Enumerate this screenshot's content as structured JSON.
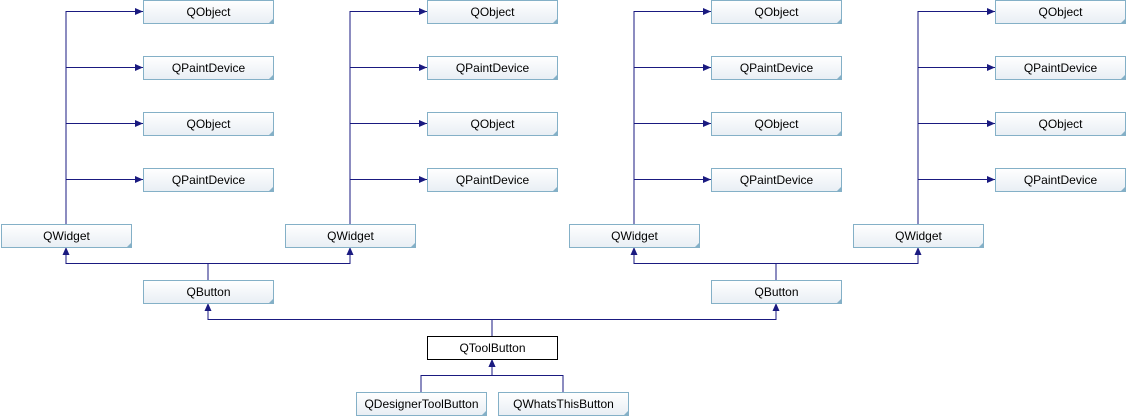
{
  "diagram": {
    "type": "class-inheritance-graph",
    "nodes": [
      {
        "id": "n1",
        "label": "QObject",
        "linked": true
      },
      {
        "id": "n2",
        "label": "QPaintDevice",
        "linked": true
      },
      {
        "id": "n3",
        "label": "QObject",
        "linked": true
      },
      {
        "id": "n4",
        "label": "QPaintDevice",
        "linked": true
      },
      {
        "id": "n5",
        "label": "QObject",
        "linked": true
      },
      {
        "id": "n6",
        "label": "QPaintDevice",
        "linked": true
      },
      {
        "id": "n7",
        "label": "QObject",
        "linked": true
      },
      {
        "id": "n8",
        "label": "QPaintDevice",
        "linked": true
      },
      {
        "id": "n9",
        "label": "QObject",
        "linked": true
      },
      {
        "id": "n10",
        "label": "QPaintDevice",
        "linked": true
      },
      {
        "id": "n11",
        "label": "QObject",
        "linked": true
      },
      {
        "id": "n12",
        "label": "QPaintDevice",
        "linked": true
      },
      {
        "id": "n13",
        "label": "QObject",
        "linked": true
      },
      {
        "id": "n14",
        "label": "QPaintDevice",
        "linked": true
      },
      {
        "id": "n15",
        "label": "QObject",
        "linked": true
      },
      {
        "id": "n16",
        "label": "QPaintDevice",
        "linked": true
      },
      {
        "id": "w1",
        "label": "QWidget",
        "linked": true
      },
      {
        "id": "w2",
        "label": "QWidget",
        "linked": true
      },
      {
        "id": "w3",
        "label": "QWidget",
        "linked": true
      },
      {
        "id": "w4",
        "label": "QWidget",
        "linked": true
      },
      {
        "id": "b1",
        "label": "QButton",
        "linked": true
      },
      {
        "id": "b2",
        "label": "QButton",
        "linked": true
      },
      {
        "id": "tb",
        "label": "QToolButton",
        "linked": false
      },
      {
        "id": "d1",
        "label": "QDesignerToolButton",
        "linked": true
      },
      {
        "id": "d2",
        "label": "QWhatsThisButton",
        "linked": true
      }
    ],
    "edges": [
      {
        "from": "w1",
        "to": "n1"
      },
      {
        "from": "w1",
        "to": "n2"
      },
      {
        "from": "w1",
        "to": "n3"
      },
      {
        "from": "w1",
        "to": "n4"
      },
      {
        "from": "w2",
        "to": "n5"
      },
      {
        "from": "w2",
        "to": "n6"
      },
      {
        "from": "w2",
        "to": "n7"
      },
      {
        "from": "w2",
        "to": "n8"
      },
      {
        "from": "w3",
        "to": "n9"
      },
      {
        "from": "w3",
        "to": "n10"
      },
      {
        "from": "w3",
        "to": "n11"
      },
      {
        "from": "w3",
        "to": "n12"
      },
      {
        "from": "w4",
        "to": "n13"
      },
      {
        "from": "w4",
        "to": "n14"
      },
      {
        "from": "w4",
        "to": "n15"
      },
      {
        "from": "w4",
        "to": "n16"
      },
      {
        "from": "b1",
        "to": "w1"
      },
      {
        "from": "b1",
        "to": "w2"
      },
      {
        "from": "b2",
        "to": "w3"
      },
      {
        "from": "b2",
        "to": "w4"
      },
      {
        "from": "tb",
        "to": "b1"
      },
      {
        "from": "tb",
        "to": "b2"
      },
      {
        "from": "d1",
        "to": "tb"
      },
      {
        "from": "d2",
        "to": "tb"
      }
    ],
    "colors": {
      "edge": "#1a1a80",
      "node_border_linked": "#84b0c7",
      "node_border_main": "#000000",
      "node_fill_top": "#ffffff",
      "node_fill_bottom": "#e8eef4"
    }
  }
}
